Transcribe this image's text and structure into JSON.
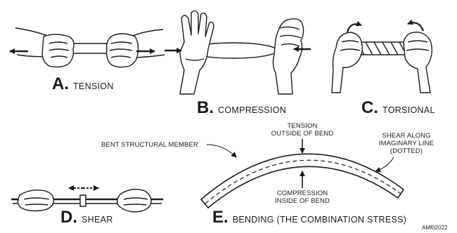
{
  "panels": {
    "a": {
      "letter": "A.",
      "word": "TENSION"
    },
    "b": {
      "letter": "B.",
      "word": "COMPRESSION"
    },
    "c": {
      "letter": "C.",
      "word": "TORSIONAL"
    },
    "d": {
      "letter": "D.",
      "word": "SHEAR"
    },
    "e": {
      "letter": "E.",
      "word": "BENDING (THE COMBINATION STRESS)"
    }
  },
  "labels": {
    "bent_member": "BENT STRUCTURAL MEMBER",
    "tension_outside_1": "TENSION",
    "tension_outside_2": "OUTSIDE OF BEND",
    "shear_line_1": "SHEAR ALONG",
    "shear_line_2": "IMAGINARY LINE",
    "shear_line_3": "(DOTTED)",
    "compression_inside_1": "COMPRESSION",
    "compression_inside_2": "INSIDE OF BEND"
  },
  "figure_code": "AMf02022"
}
